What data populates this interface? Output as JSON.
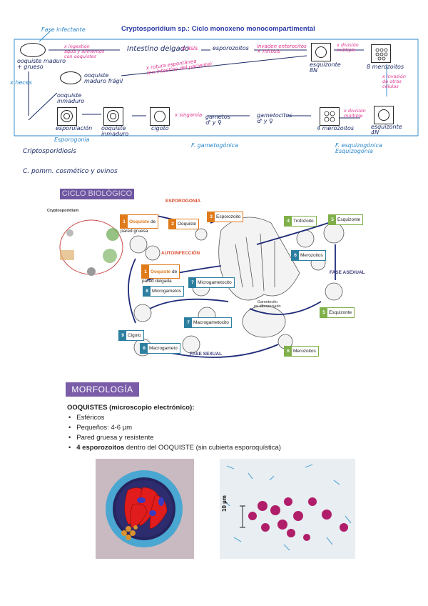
{
  "notes": {
    "title": "Cryptosporidium sp.: Ciclo monoxeno monocompartimental",
    "fase_infectante": "Fase infectante",
    "ooquiste_maduro_grueso": "ooquiste maduro\n+ grueso",
    "x_ingestion": "x ingestión\naqua y alimentos\ncon ooquistes",
    "intestino_delgado": "Intestino delgado",
    "x_heces": "x heces",
    "ooquiste_maduro_fragil": "ooquiste\nmaduro frágil",
    "x_exquistacion": "x rotura espontánea\n(en intestino del paciente)",
    "x_lisis": "x lisis",
    "esporozoitos": "esporozoitos",
    "invaden": "invaden enterocitos\n× mitosis",
    "esquizonte_8n": "esquizonte\n8N",
    "x_division_multiple_1": "x división\nmúltiple",
    "merozoitos_8": "8 merozoitos",
    "x_invasion": "x invasión\nde otras\ncélulas",
    "ooquiste_inmaduro_1": "ooquiste\ninmaduro",
    "esporulacion": "esporulación",
    "ooquiste_inmaduro_2": "ooquiste\ninmaduro",
    "cigoto": "cigoto",
    "x_singamia": "x singamia",
    "gametos": "gametos\n♂ y ♀",
    "gametocitos": "gametocitos\n♂ y ♀",
    "merozoitos_4": "4 merozoitos",
    "x_division_multiple_2": "x división\nmúltiple",
    "esquizonte_4n": "esquizonte\n4N",
    "esporogonia": "Esporogonia",
    "f_gametogonica": "F. gametogónica",
    "f_esquizogonica": "F. esquizogónica\nEsquizogonia",
    "criptosporidiosis": "Criptosporidiosis",
    "c_pomm": "C. pomm. cosmético y ovinos"
  },
  "ciclo": {
    "header": "CICLO BIOLÓGICO",
    "mini_title": "Cryptosporidium",
    "esporogonia": "ESPOROGONIA",
    "autoinfeccion": "AUTOINFECCIÓN",
    "fase_asexual": "FASE ASEXUAL",
    "fase_sexual": "FASE SEXUAL",
    "gametocito_label": "Gametocito\nno diferenciado",
    "labels": [
      {
        "n": "1",
        "pre": "Ooquiste",
        "post": " de\npared gruesa"
      },
      {
        "n": "2",
        "text": "Ooquiste"
      },
      {
        "n": "3",
        "text": "Esporozoito"
      },
      {
        "n": "4",
        "text": "Trofozoito"
      },
      {
        "n": "5",
        "text": "Esquizonte"
      },
      {
        "n": "6",
        "text": "Merozoitos"
      },
      {
        "n": "1",
        "pre": "Ooquiste",
        "post": " de\npared delgada"
      },
      {
        "n": "7",
        "text": "Microgametocito"
      },
      {
        "n": "8",
        "text": "Microgametos"
      },
      {
        "n": "5",
        "text": "Esquizonte"
      },
      {
        "n": "7",
        "text": "Macrogametocito"
      },
      {
        "n": "9",
        "text": "Cigoto"
      },
      {
        "n": "8",
        "text": "Macrogameto"
      },
      {
        "n": "6",
        "text": "Merozoitos"
      }
    ]
  },
  "morfologia": {
    "header": "MORFOLOGÍA",
    "subtitle": "OOQUISTES (microscopio electrónico):",
    "bullets": [
      "Esféricos",
      "Pequeños: 4-6 µm",
      "Pared gruesa y resistente"
    ],
    "bullet_pink": "4 esporozoítos",
    "bullet_rest": " dentro del OOQUISTE (sin cubierta esporoquística)",
    "scale": "10 µm"
  }
}
